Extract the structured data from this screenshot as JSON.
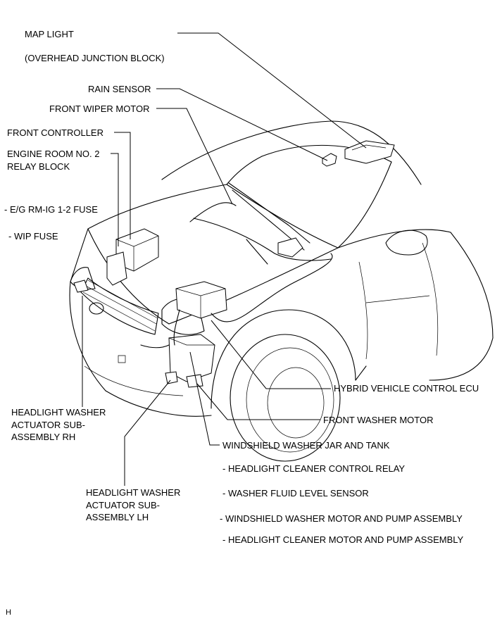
{
  "labels": {
    "map_light": "MAP LIGHT",
    "overhead_junction_block": "(OVERHEAD JUNCTION BLOCK)",
    "rain_sensor": "RAIN SENSOR",
    "front_wiper_motor": "FRONT WIPER MOTOR",
    "front_controller": "FRONT CONTROLLER",
    "engine_room_relay_line1": "ENGINE ROOM NO. 2",
    "engine_room_relay_line2": "RELAY BLOCK",
    "eg_rm_ig_fuse": "- E/G RM-IG 1-2 FUSE",
    "wip_fuse": "- WIP FUSE",
    "hybrid_ecu": "HYBRID VEHICLE CONTROL ECU",
    "front_washer_motor": "FRONT WASHER MOTOR",
    "windshield_washer_jar": "WINDSHIELD WASHER JAR AND TANK",
    "headlight_cleaner_relay": "- HEADLIGHT CLEANER CONTROL RELAY",
    "washer_fluid_sensor": "- WASHER FLUID LEVEL SENSOR",
    "windshield_washer_pump": "-  WINDSHIELD WASHER MOTOR AND PUMP ASSEMBLY",
    "headlight_cleaner_pump": "- HEADLIGHT CLEANER MOTOR AND PUMP ASSEMBLY",
    "headlight_rh_line1": "HEADLIGHT WASHER",
    "headlight_rh_line2": "ACTUATOR SUB-",
    "headlight_rh_line3": "ASSEMBLY RH",
    "headlight_lh_line1": "HEADLIGHT WASHER",
    "headlight_lh_line2": "ACTUATOR SUB-",
    "headlight_lh_line3": "ASSEMBLY LH",
    "corner_mark": "H"
  }
}
